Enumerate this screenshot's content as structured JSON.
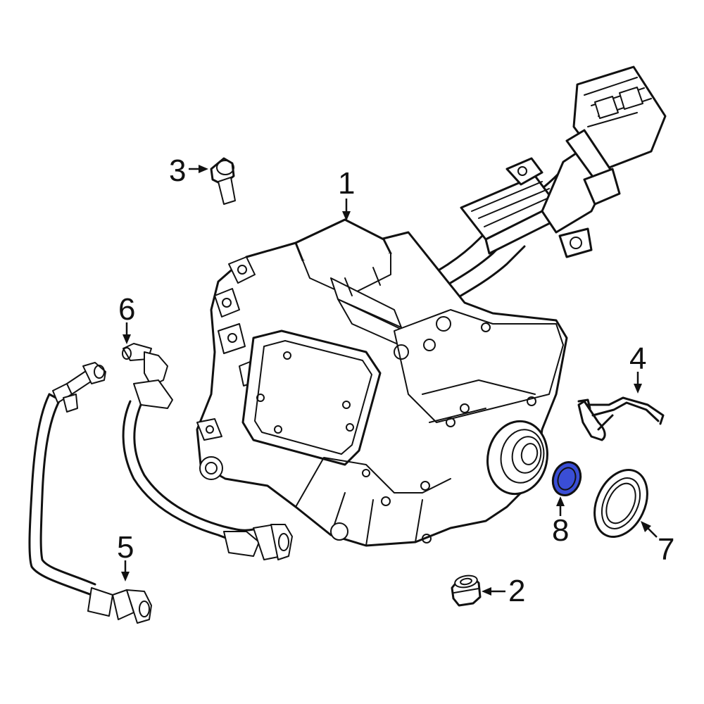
{
  "diagram": {
    "highlight_color": "#3a4ed6",
    "callouts": [
      {
        "id": "1",
        "label": "1"
      },
      {
        "id": "2",
        "label": "2"
      },
      {
        "id": "3",
        "label": "3"
      },
      {
        "id": "4",
        "label": "4"
      },
      {
        "id": "5",
        "label": "5"
      },
      {
        "id": "6",
        "label": "6"
      },
      {
        "id": "7",
        "label": "7"
      },
      {
        "id": "8",
        "label": "8"
      }
    ],
    "highlighted_part": "8"
  }
}
